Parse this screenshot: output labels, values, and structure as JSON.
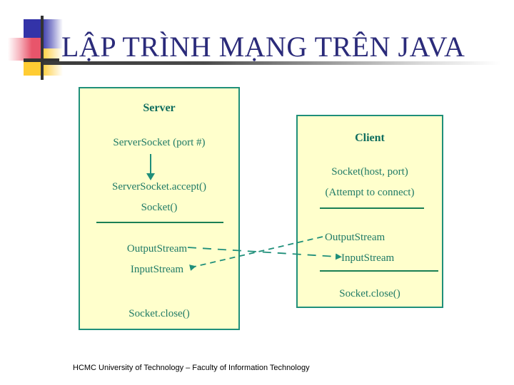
{
  "slide": {
    "title": "LẬP TRÌNH MẠNG TRÊN JAVA",
    "footer": "HCMC University of Technology – Faculty of Information Technology"
  },
  "colors": {
    "title_text": "#2b2b7a",
    "box_fill": "#ffffcc",
    "box_border": "#1f8f7a",
    "diagram_text": "#1f7a66",
    "deco_blue": "#3333a8",
    "deco_yellow": "#ffcc33",
    "deco_red": "#e8556b"
  },
  "diagram": {
    "server": {
      "heading": "Server",
      "steps": [
        {
          "id": "server-socket-port",
          "label": "ServerSocket (port #)"
        },
        {
          "id": "server-socket-accept",
          "label": "ServerSocket.accept()"
        },
        {
          "id": "server-socket-ctor",
          "label": "Socket()"
        },
        {
          "id": "server-output-stream",
          "label": "OutputStream"
        },
        {
          "id": "server-input-stream",
          "label": "InputStream"
        },
        {
          "id": "server-socket-close",
          "label": "Socket.close()"
        }
      ]
    },
    "client": {
      "heading": "Client",
      "steps": [
        {
          "id": "client-socket-host-port",
          "label": "Socket(host, port)"
        },
        {
          "id": "client-attempt-connect",
          "label": "(Attempt to connect)"
        },
        {
          "id": "client-output-stream",
          "label": "OutputStream"
        },
        {
          "id": "client-input-stream",
          "label": "InputStream"
        },
        {
          "id": "client-socket-close",
          "label": "Socket.close()"
        }
      ]
    },
    "connectors": [
      {
        "id": "server-out-to-client-in",
        "style": "dashed",
        "from": "server-output-stream",
        "to": "client-input-stream"
      },
      {
        "id": "client-out-to-server-in",
        "style": "dashed",
        "from": "client-output-stream",
        "to": "server-input-stream"
      },
      {
        "id": "server-accept-flow",
        "style": "solid",
        "from": "server-socket-port",
        "to": "server-socket-accept"
      }
    ]
  }
}
